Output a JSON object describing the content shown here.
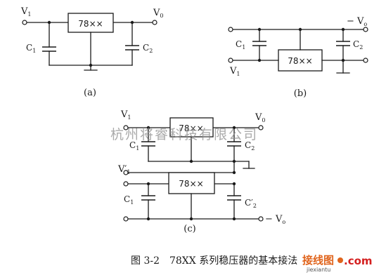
{
  "circuit_a": {
    "v_in": "V",
    "v_in_sub": "1",
    "regulator": "78××",
    "v_out": "V",
    "v_out_sub": "0",
    "c1": "C",
    "c1_sub": "1",
    "c2": "C",
    "c2_sub": "2",
    "label": "(a)"
  },
  "circuit_b": {
    "v_out": "− V",
    "v_out_sub": "o",
    "regulator": "78××",
    "v_in": "V",
    "v_in_sub": "1",
    "c1": "C",
    "c1_sub": "1",
    "c2": "C",
    "c2_sub": "2",
    "label": "(b)"
  },
  "circuit_c": {
    "v_in": "V",
    "v_in_sub": "1",
    "v_out": "V",
    "v_out_sub": "0",
    "regulator_top": "78××",
    "c1_top": "C",
    "c1_top_sub": "1",
    "c2_top": "C",
    "c2_top_sub": "2",
    "v_in_neg": "V′",
    "v_in_neg_sub": "1",
    "regulator_bottom": "78××",
    "c1_bottom": "C",
    "c1_bottom_sub": "1",
    "c2_bottom": "C′",
    "c2_bottom_sub": "2",
    "v_out_neg": "− V",
    "v_out_neg_sub": "o",
    "label": "(c)"
  },
  "caption": "图 3-2　78XX 系列稳压器的基本接法",
  "watermark": "杭州将睿科技有限公司",
  "logo": {
    "cn": "接线图",
    "dot_com": ".com",
    "sub": "jiexiantu"
  },
  "colors": {
    "ink": "#1a1a1a",
    "logo_orange": "#e0641c",
    "logo_red": "#d42020"
  }
}
